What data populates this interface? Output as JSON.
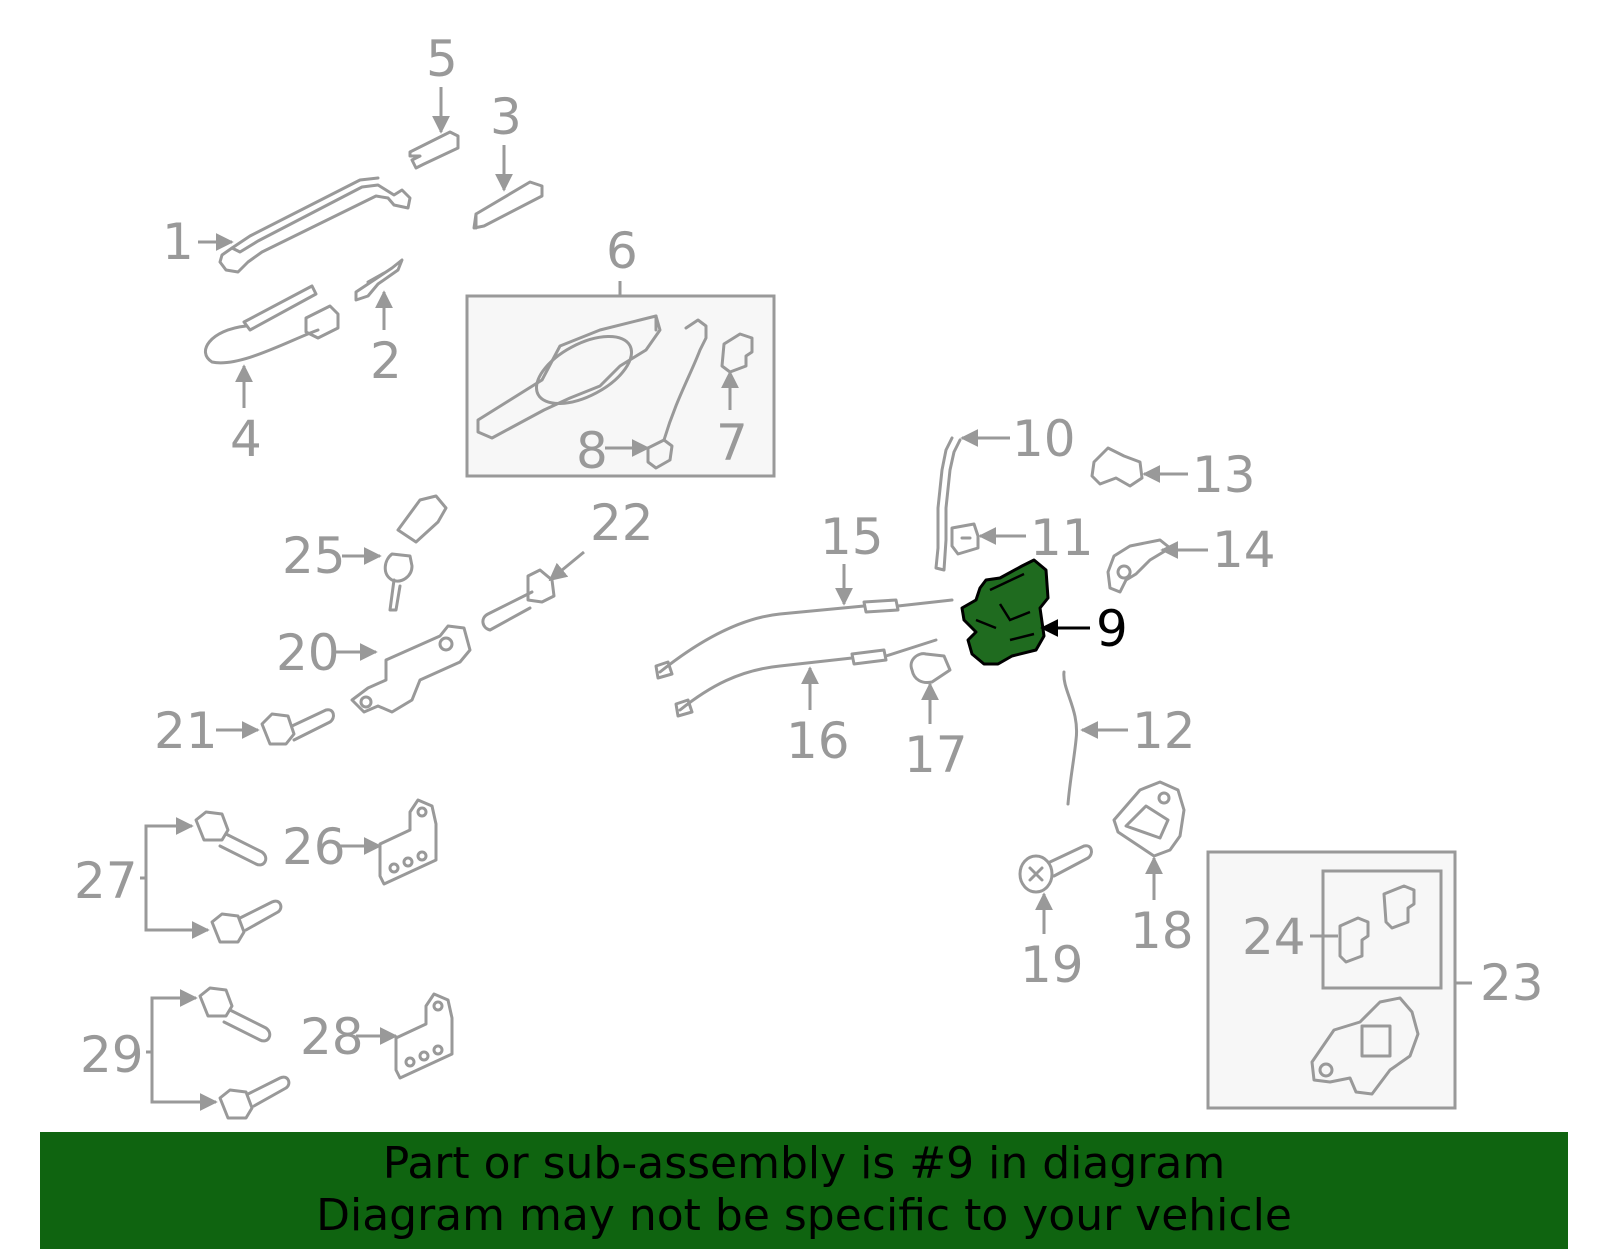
{
  "diagram": {
    "callouts": [
      "1",
      "2",
      "3",
      "4",
      "5",
      "6",
      "7",
      "8",
      "9",
      "10",
      "11",
      "12",
      "13",
      "14",
      "15",
      "16",
      "17",
      "18",
      "19",
      "20",
      "21",
      "22",
      "23",
      "24",
      "25",
      "26",
      "27",
      "28",
      "29"
    ],
    "highlighted_part": "9",
    "colors": {
      "part_line": "#999999",
      "highlight_fill": "#1f6b1f",
      "highlight_label": "#000000",
      "box_fill": "#f7f7f7",
      "banner_bg": "#0f6410"
    }
  },
  "banner": {
    "line1": "Part or sub-assembly is #9 in diagram",
    "line2": "Diagram may not be specific to your vehicle"
  }
}
